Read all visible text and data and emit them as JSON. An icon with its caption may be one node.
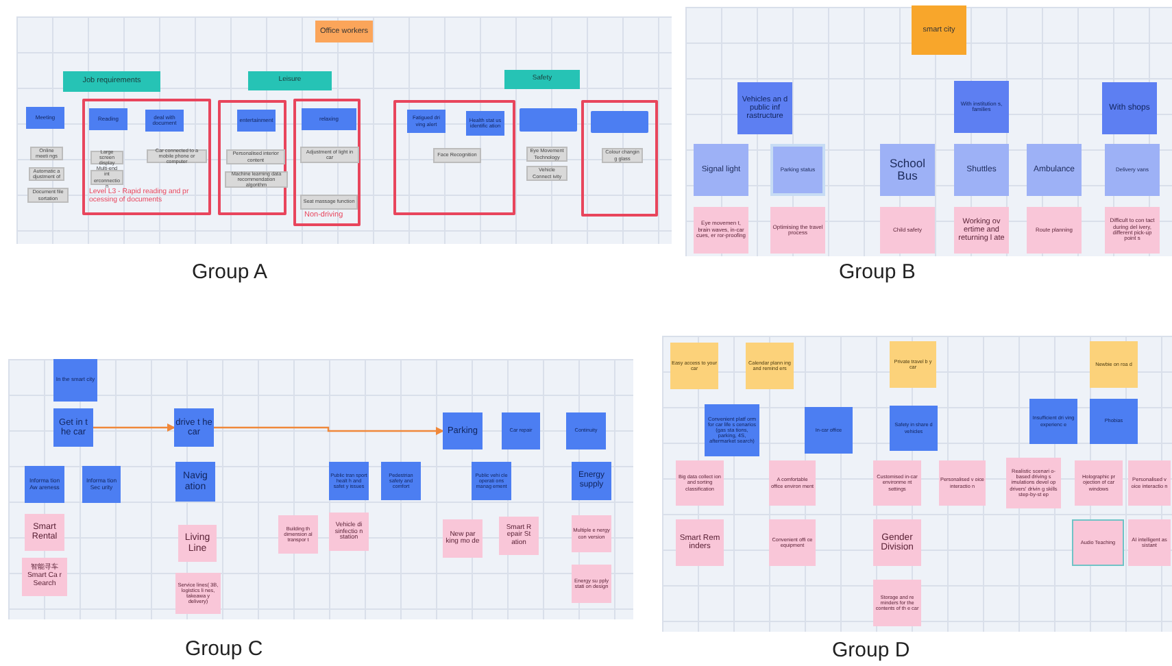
{
  "diagram": {
    "nodes": [
      {
        "text": [
          "Office workers"
        ]
      },
      {
        "text": [
          "Job requirements"
        ]
      },
      {
        "text": [
          "Leisure"
        ]
      },
      {
        "text": [
          "Safety"
        ]
      },
      {
        "text": [
          "Meeting"
        ]
      },
      {
        "text": [
          "Online meeti ngs"
        ]
      },
      {
        "text": [
          "Automatic a djustment of"
        ]
      },
      {
        "text": [
          "Document file sortation"
        ]
      },
      {
        "text": [],
        "shape": "box"
      },
      {
        "text": [
          "Reading"
        ],
        "in": 8
      },
      {
        "text": [
          "deal with document"
        ],
        "in": 8
      },
      {
        "text": [
          "Large screen display"
        ],
        "in": 8
      },
      {
        "text": [
          "Multi-end int erconnection"
        ],
        "in": 8
      },
      {
        "text": [
          "Car connected to a mobile phone or computer"
        ],
        "in": 8
      },
      {
        "text": [],
        "shape": "box"
      },
      {
        "text": [
          "entertainment"
        ],
        "in": 14
      },
      {
        "text": [
          "Personalised interior content"
        ],
        "in": 14
      },
      {
        "text": [
          "Machine learning data recommendation algorithm"
        ],
        "in": 14
      },
      {
        "text": [],
        "shape": "box"
      },
      {
        "text": [
          "relaxing"
        ],
        "in": 18
      },
      {
        "text": [
          "Adjustment of light in car"
        ],
        "in": 18
      },
      {
        "text": [
          "Seat massage function"
        ],
        "in": 18
      },
      {
        "text": [],
        "shape": "box"
      },
      {
        "text": [
          "Fatigued dri ving alert"
        ],
        "in": 22
      },
      {
        "text": [
          "Health stat us identific ation"
        ],
        "in": 22
      },
      {
        "text": [
          "Face Recognition"
        ],
        "in": 22
      },
      {
        "text": [],
        "shape": "box"
      },
      {
        "text": [
          "Eye Movement Technology"
        ]
      },
      {
        "text": [
          "Vehicle Connect ivity"
        ]
      },
      {
        "text": [],
        "shape": "box"
      },
      {
        "text": [],
        "shape": "box",
        "in": 29
      },
      {
        "text": [
          "Colour changin g glass"
        ],
        "in": 29
      },
      {
        "text": [
          "smart city"
        ]
      },
      {
        "text": [
          "Vehicles an d public inf rastructure"
        ]
      },
      {
        "text": [
          "With institution s, families"
        ]
      },
      {
        "text": [
          "With shops"
        ]
      },
      {
        "text": [
          "Signal light"
        ]
      },
      {
        "text": [
          "Parking status"
        ]
      },
      {
        "text": [
          "School Bus"
        ]
      },
      {
        "text": [
          "Shuttles"
        ]
      },
      {
        "text": [
          "Ambulance"
        ]
      },
      {
        "text": [
          "Delivery vans"
        ]
      },
      {
        "text": [
          "Eye movemen t, brain waves, in-car cues, er ror-proofing"
        ]
      },
      {
        "text": [
          "Optimising the travel process"
        ]
      },
      {
        "text": [
          "Child safety"
        ]
      },
      {
        "text": [
          "Working ov ertime and returning l ate"
        ]
      },
      {
        "text": [
          "Route planning"
        ]
      },
      {
        "text": [
          "Difficult to con tact during del ivery, different pick-up point s"
        ]
      },
      {
        "text": [
          "In the smart city"
        ]
      },
      {
        "text": [
          "Get in t he car"
        ]
      },
      {
        "text": [
          "drive t he car"
        ]
      },
      {
        "text": [
          "Parking"
        ]
      },
      {
        "text": [
          "Car repair"
        ]
      },
      {
        "text": [
          "Continuity"
        ]
      },
      {
        "text": [
          "Informa tion Aw areness"
        ]
      },
      {
        "text": [
          "Informa tion Sec urity"
        ]
      },
      {
        "text": [
          "Navig ation"
        ]
      },
      {
        "text": [
          "Public tran sport healt h and safet y issues"
        ]
      },
      {
        "text": [
          "Pedestrian safety and comfort"
        ]
      },
      {
        "text": [
          "Public vehi cle operati ons manag ement"
        ]
      },
      {
        "text": [
          "Energy supply"
        ]
      },
      {
        "text": [
          "Smart Rental"
        ]
      },
      {
        "text": [
          "智能寻车 Smart Ca r Search"
        ]
      },
      {
        "text": [
          "Living Line"
        ]
      },
      {
        "text": [
          "Service lines( 3B, logistics li nes, takeawa y delivery)"
        ]
      },
      {
        "text": [
          "Building th dimension al transpor t"
        ]
      },
      {
        "text": [
          "Vehicle di sinfectio n station"
        ]
      },
      {
        "text": [
          "New par king mo de"
        ]
      },
      {
        "text": [
          "Smart R epair St ation"
        ]
      },
      {
        "text": [
          "Multiple e nergy con version"
        ]
      },
      {
        "text": [
          "Energy su pply stati on design"
        ]
      },
      {
        "text": [
          "Easy access to your car"
        ]
      },
      {
        "text": [
          "Calendar plann ing and remind ers"
        ]
      },
      {
        "text": [
          "Private travel b y car"
        ]
      },
      {
        "text": [
          "Newbie on roa d"
        ]
      },
      {
        "text": [
          "Convenient platf orm for car life s cenarios (gas sta tions, parking, 4S, aftermarket search)"
        ]
      },
      {
        "text": [
          "In-car office"
        ]
      },
      {
        "text": [
          "Safety in share d vehicles"
        ]
      },
      {
        "text": [
          "Insufficient dri ving experienc e"
        ]
      },
      {
        "text": [
          "Phobias"
        ]
      },
      {
        "text": [
          "Big data collect ion and sorting classification"
        ]
      },
      {
        "text": [
          "A comfortable office environ ment"
        ]
      },
      {
        "text": [
          "Customised in-car environme nt settings"
        ]
      },
      {
        "text": [
          "Personalised v oice interactio n"
        ]
      },
      {
        "text": [
          "Realistic scenari o-based driving s imulations devel op drivers' drivin g skills step-by-st ep"
        ]
      },
      {
        "text": [
          "Holographic pr ojection of car windows"
        ]
      },
      {
        "text": [
          "Personalised v oice interactio n"
        ]
      },
      {
        "text": [
          "Smart Rem inders"
        ]
      },
      {
        "text": [
          "Convenient offi ce equipment"
        ]
      },
      {
        "text": [
          "Gender Division"
        ]
      },
      {
        "text": [
          "Audio Teaching"
        ]
      },
      {
        "text": [
          "AI intelligent as sistant"
        ]
      },
      {
        "text": [
          "Storage and re minders for the contents of th e car"
        ]
      }
    ],
    "edges": [
      {
        "from": 49,
        "to": 50,
        "arrow": "to",
        "color": "#f0883a"
      },
      {
        "from": 50,
        "to": 51,
        "arrow": "to",
        "color": "#f0883a"
      }
    ],
    "labels": [
      "Level L3 - Rapid reading and pr ocessing of documents",
      "Non-driving",
      "Group A",
      "Group B",
      "Group C",
      "Group D"
    ]
  }
}
